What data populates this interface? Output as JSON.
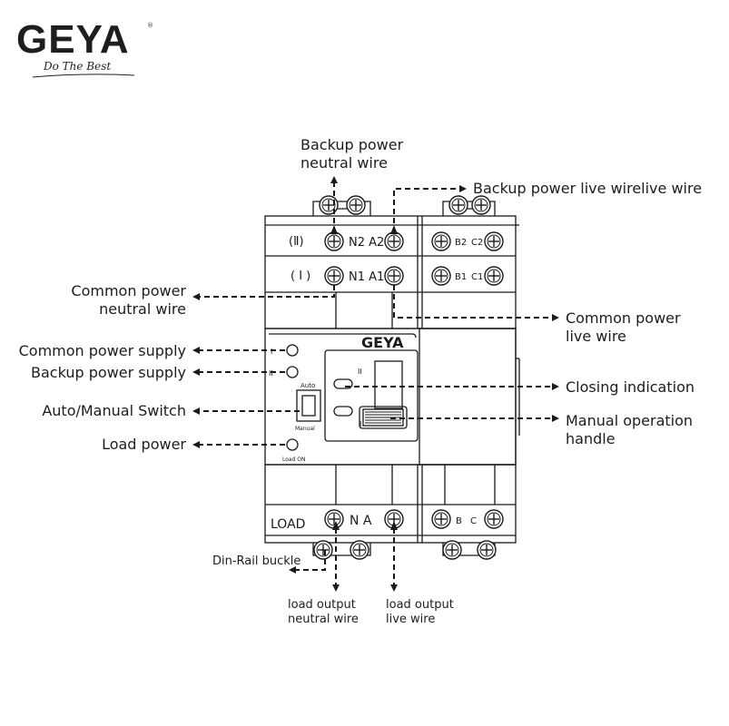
{
  "brand": {
    "name": "GEYA",
    "slogan": "Do The Best",
    "registered": "®"
  },
  "device": {
    "row_ii_label": "(Ⅱ)",
    "row_i_label": "( I )",
    "terminals_top_left": "N2 A2",
    "terminals_top_right_b": "B2",
    "terminals_top_right_c": "C2",
    "terminals_mid_left": "N1 A1",
    "terminals_mid_right_b": "B1",
    "terminals_mid_right_c": "C1",
    "panel_brand": "GEYA",
    "indicator_i": "I",
    "indicator_ii": "II",
    "switch_auto": "Auto",
    "switch_manual": "Manual",
    "load_on": "Load ON",
    "handle_ii": "II",
    "handle_i": "I",
    "load_label": "LOAD",
    "load_terminals": "N  A",
    "load_b": "B",
    "load_c": "C"
  },
  "callouts": {
    "backup_neutral_1": "Backup power",
    "backup_neutral_2": "neutral wire",
    "backup_live": "Backup power live wirelive wire",
    "common_neutral_1": "Common power",
    "common_neutral_2": "neutral wire",
    "common_live_1": "Common power",
    "common_live_2": "live wire",
    "common_supply": "Common power supply",
    "backup_supply": "Backup power supply",
    "auto_manual": "Auto/Manual Switch",
    "closing_indication": "Closing indication",
    "manual_handle_1": "Manual operation",
    "manual_handle_2": "handle",
    "load_power": "Load power",
    "din_rail": "Din-Rail buckle",
    "load_neutral_1": "load output",
    "load_neutral_2": "neutral wire",
    "load_live_1": "load output",
    "load_live_2": "live wire"
  },
  "colors": {
    "line": "#1a1a1a",
    "background": "#ffffff"
  }
}
